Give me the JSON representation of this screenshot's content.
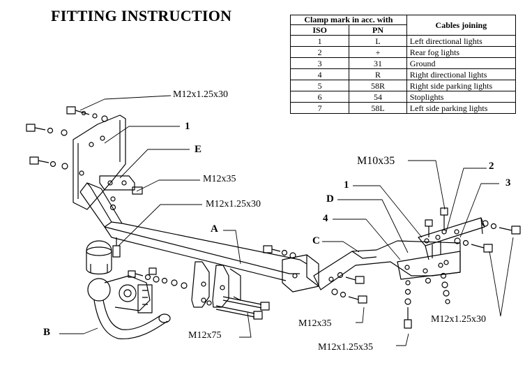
{
  "title": "FITTING INSTRUCTION",
  "table": {
    "header_clamp": "Clamp mark in acc. with",
    "header_cables": "Cables joining",
    "header_iso": "ISO",
    "header_pn": "PN",
    "rows": [
      {
        "iso": "1",
        "pn": "L",
        "desc": "Left directional lights"
      },
      {
        "iso": "2",
        "pn": "+",
        "desc": "Rear fog lights"
      },
      {
        "iso": "3",
        "pn": "31",
        "desc": "Ground"
      },
      {
        "iso": "4",
        "pn": "R",
        "desc": "Right directional lights"
      },
      {
        "iso": "5",
        "pn": "58R",
        "desc": "Right side parking lights"
      },
      {
        "iso": "6",
        "pn": "54",
        "desc": "Stoplights"
      },
      {
        "iso": "7",
        "pn": "58L",
        "desc": "Left side parking lights"
      }
    ]
  },
  "labels": {
    "bolt_top": "M12x1.25x30",
    "num1_left": "1",
    "E": "E",
    "m12x35_left": "M12x35",
    "m12x125x30_mid": "M12x1.25x30",
    "A": "A",
    "B": "B",
    "m12x75": "M12x75",
    "m10x35": "M10x35",
    "num2": "2",
    "num3": "3",
    "num1_right": "1",
    "D": "D",
    "num4": "4",
    "C": "C",
    "m12x35_right": "M12x35",
    "m12x125x30_right": "M12x1.25x30",
    "m12x125x35": "M12x1.25x35"
  }
}
